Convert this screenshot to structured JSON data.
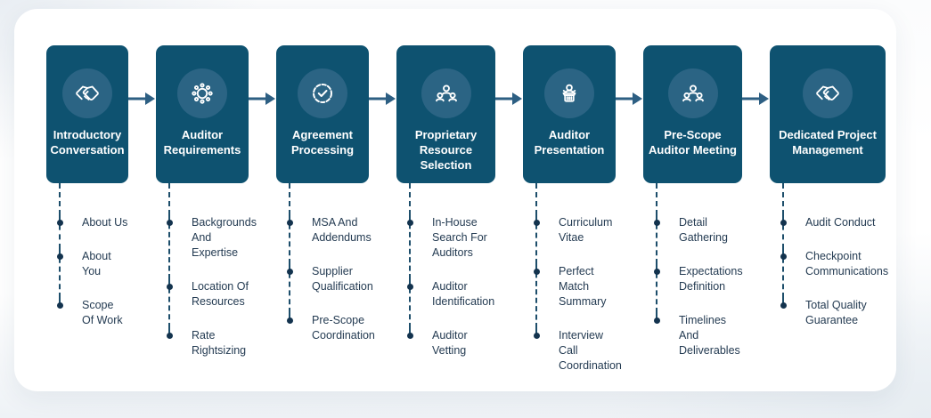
{
  "theme": {
    "card_bg": "#0e5270",
    "icon_circle_bg": "#2b6484",
    "arrow_color": "#2d5f83",
    "dashed_line_color": "#1d4e6b",
    "bullet_dot_color": "#13334e",
    "title_color": "#ffffff",
    "bullet_text_color": "#243b52",
    "panel_bg": "#ffffff",
    "page_bg_edge": "#e9eef3"
  },
  "steps": [
    {
      "title": "Introductory Conversation",
      "icon": "handshake-icon",
      "bullets": [
        "About Us",
        "About You",
        "Scope Of Work"
      ]
    },
    {
      "title": "Auditor Requirements",
      "icon": "gear-icon",
      "bullets": [
        "Backgrounds And Expertise",
        "Location Of Resources",
        "Rate Rightsizing"
      ]
    },
    {
      "title": "Agreement Processing",
      "icon": "badge-check-icon",
      "bullets": [
        "MSA And Addendums",
        "Supplier Qualification",
        "Pre-Scope Coordination"
      ]
    },
    {
      "title": "Proprietary Resource Selection",
      "icon": "team-icon",
      "bullets": [
        "In-House Search For Auditors",
        "Auditor Identification",
        "Auditor Vetting"
      ]
    },
    {
      "title": "Auditor Presentation",
      "icon": "podium-speaker-icon",
      "bullets": [
        "Curriculum Vitae",
        "Perfect Match Summary",
        "Interview Call Coordination"
      ]
    },
    {
      "title": "Pre-Scope Auditor Meeting",
      "icon": "team-icon",
      "bullets": [
        "Detail Gathering",
        "Expectations Definition",
        "Timelines And Deliverables"
      ]
    },
    {
      "title": "Dedicated Project Management",
      "icon": "handshake-icon",
      "bullets": [
        "Audit Conduct",
        "Checkpoint Communications",
        "Total Quality Guarantee"
      ]
    }
  ]
}
